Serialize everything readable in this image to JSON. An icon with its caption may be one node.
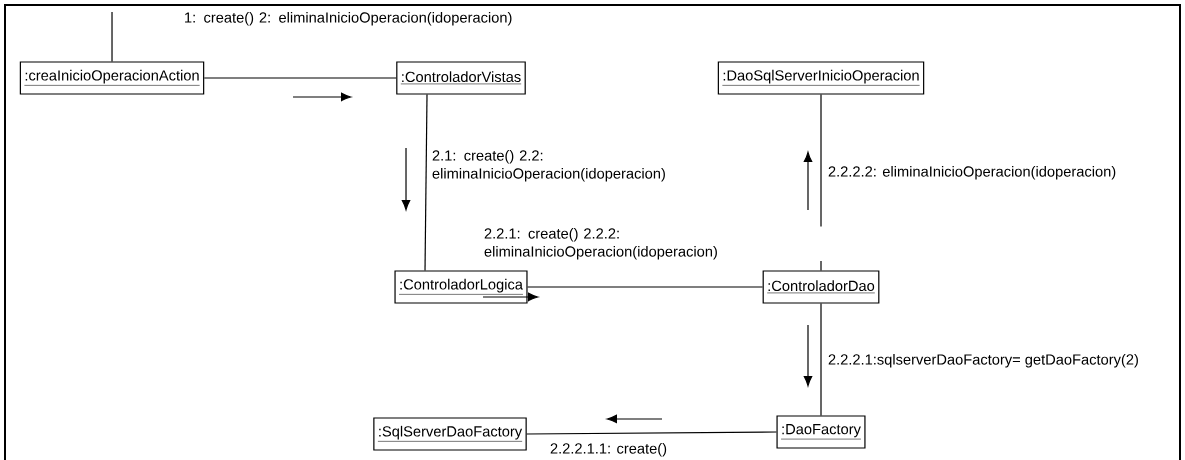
{
  "diagram": {
    "nodes": [
      {
        "text": [
          ":creaInicioOperacionAction"
        ]
      },
      {
        "text": [
          ":ControladorVistas"
        ]
      },
      {
        "text": [
          ":DaoSqlServerInicioOperacion"
        ]
      },
      {
        "text": [
          ":ControladorLogica"
        ]
      },
      {
        "text": [
          ":ControladorDao"
        ]
      },
      {
        "text": [
          ":SqlServerDaoFactory"
        ]
      },
      {
        "text": [
          ":DaoFactory"
        ]
      }
    ],
    "edges": [
      {
        "from": null,
        "to": 0,
        "arrow": "none"
      },
      {
        "from": 0,
        "to": 1,
        "arrow": "none",
        "label": "1: create() 2: eliminaInicioOperacion(idoperacion)"
      },
      {
        "from": 1,
        "to": 3,
        "arrow": "none",
        "label": "2.1: create() 2.2: eliminaInicioOperacion(idoperacion)"
      },
      {
        "from": 3,
        "to": 4,
        "arrow": "none",
        "label": "2.2.1: create() 2.2.2: eliminaInicioOperacion(idoperacion)"
      },
      {
        "from": 4,
        "to": 2,
        "arrow": "none",
        "label": "2.2.2.2: eliminaInicioOperacion(idoperacion)"
      },
      {
        "from": 4,
        "to": 6,
        "arrow": "none",
        "label": "2.2.2.1:sqlserverDaoFactory= getDaoFactory(2)"
      },
      {
        "from": 6,
        "to": 5,
        "arrow": "none",
        "label": "2.2.2.1.1: create()"
      }
    ]
  }
}
